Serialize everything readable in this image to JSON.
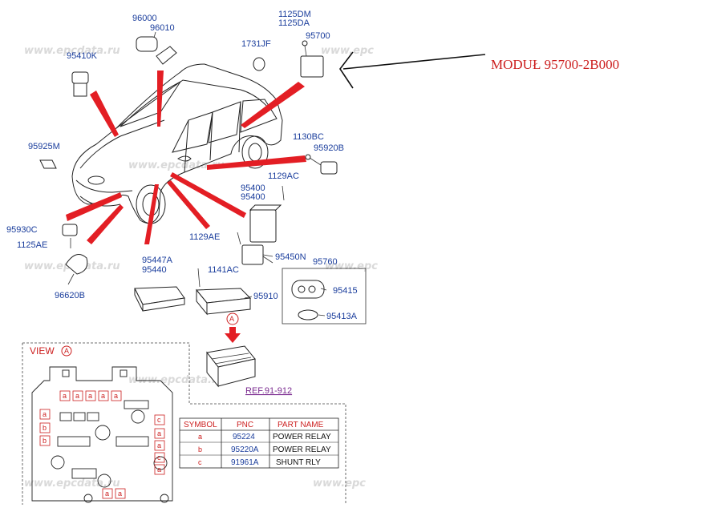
{
  "annotation": {
    "label": "MODUŁ 95700-2B000",
    "color": "#cc1f1f"
  },
  "watermark": "www.epcdata.ru",
  "watermark_short": "www.epc",
  "part_numbers": [
    "96000",
    "96010",
    "95410K",
    "1731JF",
    "1125DM",
    "1125DA",
    "95700",
    "95925M",
    "1130BC",
    "95920B",
    "1129AC",
    "95400",
    "95400",
    "95930C",
    "1125AE",
    "1129AE",
    "95450N",
    "95760",
    "95447A",
    "95440",
    "1141AC",
    "95415",
    "95910",
    "95413A",
    "96620B"
  ],
  "callout_marker": "A",
  "view_label": "VIEW",
  "view_marker": "A",
  "reference": "REF.91-912",
  "fuse_letters": {
    "a": "a",
    "b": "b",
    "c": "c"
  },
  "table": {
    "headers": [
      "SYMBOL",
      "PNC",
      "PART NAME"
    ],
    "rows": [
      [
        "a",
        "95224",
        "POWER RELAY"
      ],
      [
        "b",
        "95220A",
        "POWER RELAY"
      ],
      [
        "c",
        "91961A",
        "SHUNT RLY"
      ]
    ]
  },
  "colors": {
    "part_number_text": "#1a3d9c",
    "leader_red": "#e31e24",
    "outline": "#222222"
  }
}
